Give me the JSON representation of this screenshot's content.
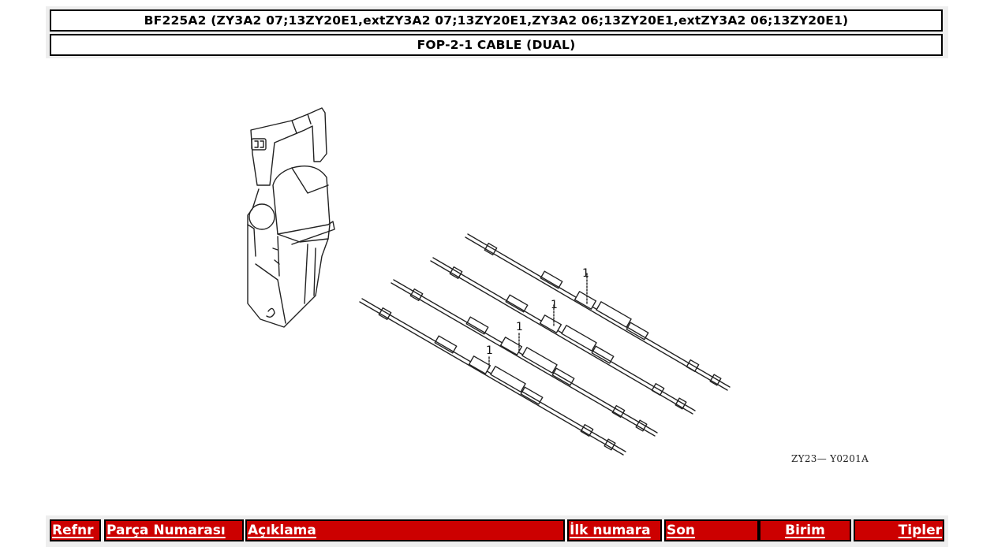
{
  "header": {
    "title": "BF225A2 (ZY3A2 07;13ZY20E1,extZY3A2 07;13ZY20E1,ZY3A2 06;13ZY20E1,extZY3A2 06;13ZY20E1)",
    "subtitle": "FOP-2-1 CABLE (DUAL)"
  },
  "diagram": {
    "code": "ZY23— Y0201A",
    "callouts": [
      "1",
      "1",
      "1",
      "1"
    ],
    "parts": [
      "remote-control-box",
      "control-cable",
      "control-cable",
      "control-cable",
      "control-cable"
    ]
  },
  "table": {
    "columns": [
      {
        "label": "Refnr",
        "align": "left"
      },
      {
        "label": "Parça Numarası",
        "align": "left"
      },
      {
        "label": "Açıklama",
        "align": "left"
      },
      {
        "label": "İlk numara",
        "align": "left"
      },
      {
        "label": "Son",
        "align": "left"
      },
      {
        "label": "Birim",
        "align": "center"
      },
      {
        "label": "Tipler",
        "align": "right"
      }
    ],
    "header_color": "#cc0000"
  }
}
